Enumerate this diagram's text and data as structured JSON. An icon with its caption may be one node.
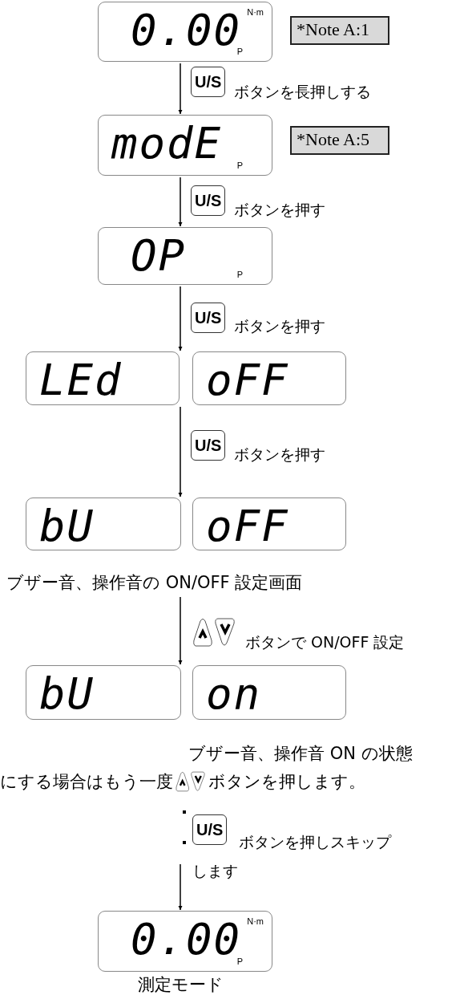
{
  "diagram": {
    "nodes": [
      {
        "text": [
          "N·m",
          "0.00",
          "P"
        ]
      },
      {
        "text": [
          "*Note A:1"
        ]
      },
      {
        "text": [
          "modE",
          "P"
        ]
      },
      {
        "text": [
          "*Note A:5"
        ]
      },
      {
        "text": [
          "OP",
          "P"
        ]
      },
      {
        "text": [
          "LEd"
        ]
      },
      {
        "text": [
          "oFF"
        ]
      },
      {
        "text": [
          "bU"
        ]
      },
      {
        "text": [
          "oFF"
        ]
      },
      {
        "text": [
          "ブザー音、操作音の ON/OFF 設定画面"
        ]
      },
      {
        "text": [
          "bU"
        ]
      },
      {
        "text": [
          "on"
        ]
      },
      {
        "text": [
          "N·m",
          "0.00",
          "P"
        ],
        "beside": [
          "測定モード"
        ]
      }
    ],
    "edges": [
      {
        "from": 0,
        "to": 2,
        "arrow": "to",
        "label": "ボタンを長押しする"
      },
      {
        "from": 2,
        "to": 4,
        "arrow": "to",
        "label": "ボタンを押す"
      },
      {
        "from": 4,
        "to": 5,
        "arrow": "to",
        "label": "ボタンを押す"
      },
      {
        "from": 5,
        "to": 7,
        "arrow": "to",
        "label": "ボタンを押す"
      },
      {
        "from": 9,
        "to": 10,
        "arrow": "to",
        "label": "ボタンで ON/OFF 設定"
      },
      {
        "from": null,
        "to": 12,
        "arrow": "to",
        "label": "ボタンを押しスキップします"
      }
    ],
    "labels": [
      "U/S",
      "U/S",
      "U/S",
      "U/S",
      "ブザー音、操作音 ON の状態",
      "にする場合はもう一度",
      "ボタンを押します。",
      "U/S"
    ]
  }
}
